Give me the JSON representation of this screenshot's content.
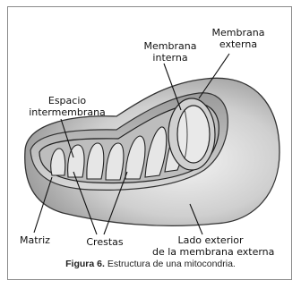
{
  "labels": {
    "membrana_interna": "Membrana\ninterna",
    "membrana_externa": "Membrana\nexterna",
    "espacio_intermembrana": "Espacio\nintermembrana",
    "matriz": "Matriz",
    "crestas": "Crestas",
    "lado_exterior": "Lado exterior\nde la membrana externa"
  },
  "caption": {
    "prefix": "Figura",
    "number": "6.",
    "text": "Estructura de una mitocondria."
  }
}
